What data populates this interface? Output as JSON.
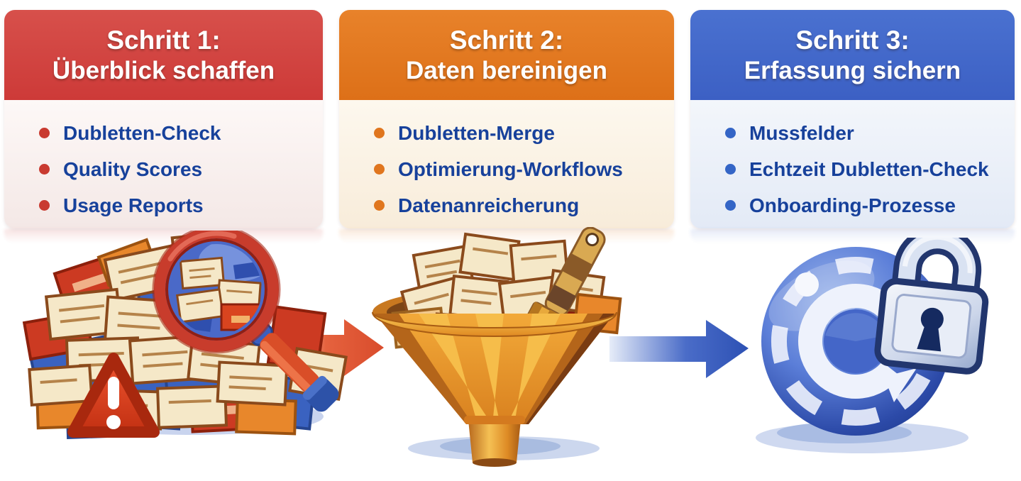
{
  "infographic": {
    "background_color": "#ffffff",
    "item_text_color": "#17419b",
    "steps": [
      {
        "title_line1": "Schritt 1:",
        "title_line2": "Überblick schaffen",
        "header_color": "#cd3a38",
        "body_color": "#f7edeb",
        "bullet_color": "#c93a30",
        "items": [
          "Dubletten-Check",
          "Quality Scores",
          "Usage Reports"
        ],
        "illustration": "messy-data-pile-with-magnifier-and-warning-triangle"
      },
      {
        "title_line1": "Schritt 2:",
        "title_line2": "Daten bereinigen",
        "header_color": "#dd7018",
        "body_color": "#faf0e0",
        "bullet_color": "#e0761e",
        "items": [
          "Dubletten-Merge",
          "Optimierung-Workflows",
          "Datenanreicherung"
        ],
        "illustration": "funnel-with-cards-and-brush"
      },
      {
        "title_line1": "Schritt 3:",
        "title_line2": "Erfassung sichern",
        "header_color": "#3c60c4",
        "body_color": "#e6ebf7",
        "bullet_color": "#3465c6",
        "items": [
          "Mussfelder",
          "Echtzeit Dubletten-Check",
          "Onboarding-Prozesse"
        ],
        "illustration": "secured-sphere-with-padlock-and-sync-arrow"
      }
    ],
    "arrows": [
      {
        "name": "arrow-step1-to-step2",
        "color": "#d94c2c"
      },
      {
        "name": "arrow-step2-to-step3",
        "color": "#2d51b4"
      }
    ]
  }
}
